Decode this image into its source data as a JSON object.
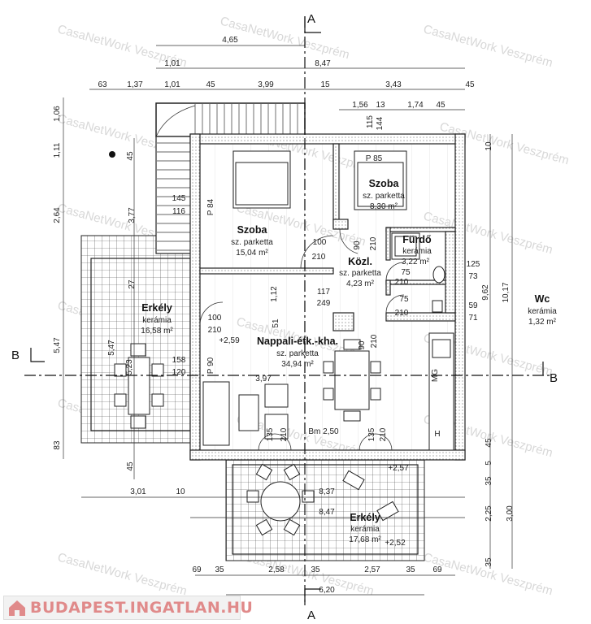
{
  "watermark": "CasaNetWork Veszprém",
  "logo": "BUDAPEST.INGATLAN.HU",
  "section_labels": {
    "a": "A",
    "b": "B"
  },
  "rooms": [
    {
      "name": "Szoba",
      "floor": "sz. parketta",
      "area": "15,04 m²"
    },
    {
      "name": "Szoba",
      "floor": "sz. parketta",
      "area": "8,30 m²"
    },
    {
      "name": "Fürdő",
      "floor": "kerámia",
      "area": "3,22 m²"
    },
    {
      "name": "Közl.",
      "floor": "sz. parketta",
      "area": "4,23 m²"
    },
    {
      "name": "Wc",
      "floor": "kerámia",
      "area": "1,32 m²"
    },
    {
      "name": "Nappali-étk.-kha.",
      "floor": "sz. parketta",
      "area": "34,94 m²"
    },
    {
      "name": "Erkély",
      "floor": "kerámia",
      "area": "16,58 m²"
    },
    {
      "name": "Erkély",
      "floor": "kerámia",
      "area": "17,68 m²"
    }
  ],
  "dimensions": [
    "4,65",
    "1,01",
    "8,47",
    "63",
    "1,37",
    "1,01",
    "45",
    "3,99",
    "15",
    "3,43",
    "45",
    "1,56",
    "13",
    "1,74",
    "45",
    "115",
    "144",
    "1,06",
    "1,11",
    "2,64",
    "5,47",
    "83",
    "45",
    "3,77",
    "27",
    "5,47",
    "5,23",
    "45",
    "145",
    "116",
    "158",
    "120",
    "9,62",
    "10,17",
    "125",
    "73",
    "59",
    "71",
    "10",
    "5",
    "45",
    "35",
    "2,25",
    "3,00",
    "35",
    "3,01",
    "10",
    "8,37",
    "8,47",
    "69",
    "35",
    "2,58",
    "35",
    "2,57",
    "35",
    "69",
    "6,20"
  ],
  "annotations": [
    "P 84",
    "P 85",
    "100",
    "210",
    "90",
    "210",
    "75",
    "210",
    "75",
    "210",
    "117",
    "249",
    "1,12",
    "51",
    "100",
    "210",
    "+2,59",
    "P 90",
    "3,97",
    "90",
    "210",
    "MG",
    "135",
    "210",
    "Bm 2,50",
    "135",
    "210",
    "+2,57",
    "+2,52",
    "H"
  ]
}
